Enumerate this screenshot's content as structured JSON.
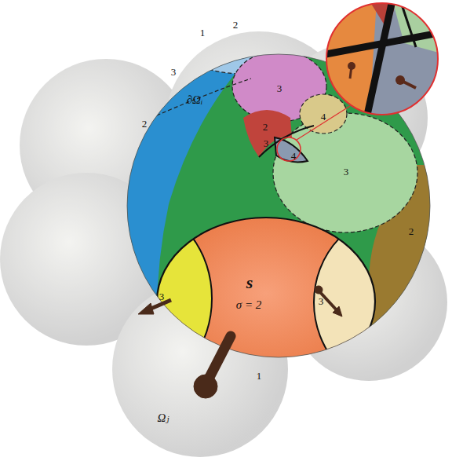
{
  "diagram": {
    "labels": [
      "1",
      "2",
      "3",
      "2",
      "3",
      "4",
      "∂Ωᵢ",
      "2",
      "3",
      "4",
      "3",
      "2",
      "3",
      "3",
      "s",
      "σ = 2",
      "1",
      "Ωⱼ"
    ]
  }
}
